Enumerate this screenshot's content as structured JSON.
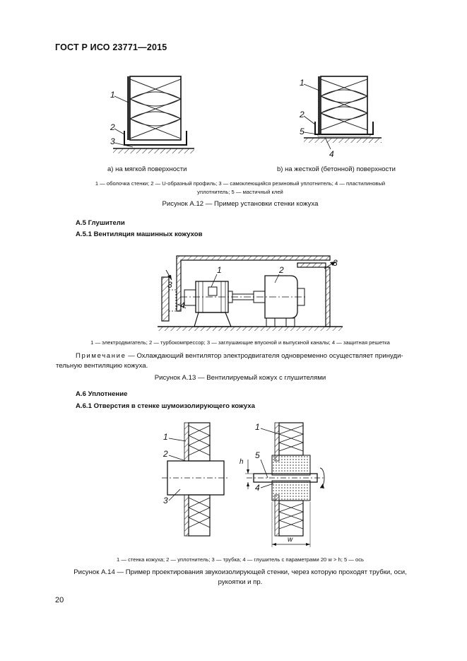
{
  "header": {
    "title": "ГОСТ Р ИСО 23771—2015"
  },
  "fig12": {
    "caption_a": "а) на мягкой поверхности",
    "caption_b": "b) на жесткой (бетонной) поверхности",
    "legend_line1": "1 — оболочка стенки; 2 — U-образный профиль; 3 — самоклеющийся резиновый уплотнитель; 4 — пластилиновый",
    "legend_line2": "уплотнитель; 5 — мастичный клей",
    "title": "Рисунок А.12 — Пример установки стенки кожуха",
    "labels_a": [
      "1",
      "2",
      "3"
    ],
    "labels_b": [
      "1",
      "2",
      "5",
      "4"
    ]
  },
  "section_a5": {
    "heading": "А.5 Глушители",
    "subheading": "А.5.1 Вентиляция машинных кожухов"
  },
  "fig13": {
    "labels": [
      "1",
      "2",
      "3",
      "3",
      "4"
    ],
    "legend": "1 — электродвигатель; 2 — турбокомпрессор; 3 — заглушающие впускной и выпускной каналы; 4 — защитная решетка",
    "note_label": "Примечание",
    "note_text": " — Охлаждающий вентилятор электродвигателя одновременно осуществляет принуди-",
    "note_text2": "тельную вентиляцию кожуха.",
    "title": "Рисунок А.13 — Вентилируемый кожух с глушителями"
  },
  "section_a6": {
    "heading": "А.6 Уплотнение",
    "subheading": "А.6.1 Отверстия в стенке шумоизолирующего кожуха"
  },
  "fig14": {
    "labels_left": [
      "1",
      "2",
      "3"
    ],
    "labels_right": [
      "1",
      "5",
      "4"
    ],
    "dim_h": "h",
    "dim_w": "w",
    "legend": "1 — стенка кожуха; 2 — уплотнитель; 3 — трубка; 4 — глушитель с параметрами 20 w > h; 5 — ось",
    "title_line1": "Рисунок А.14 — Пример проектирования звукоизолирующей стенки, через которую проходят трубки, оси,",
    "title_line2": "рукоятки и пр."
  },
  "footer": {
    "page_number": "20"
  }
}
